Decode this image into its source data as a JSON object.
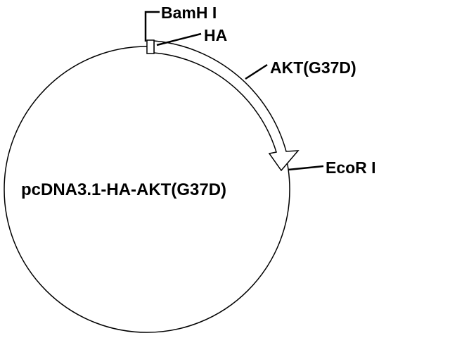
{
  "plasmid": {
    "name": "pcDNA3.1-HA-AKT(G37D)"
  },
  "features": {
    "bamhi": "BamH I",
    "ha": "HA",
    "akt": "AKT(G37D)",
    "ecori": "EcoR I"
  },
  "colors": {
    "line": "#000000",
    "background": "#ffffff"
  }
}
